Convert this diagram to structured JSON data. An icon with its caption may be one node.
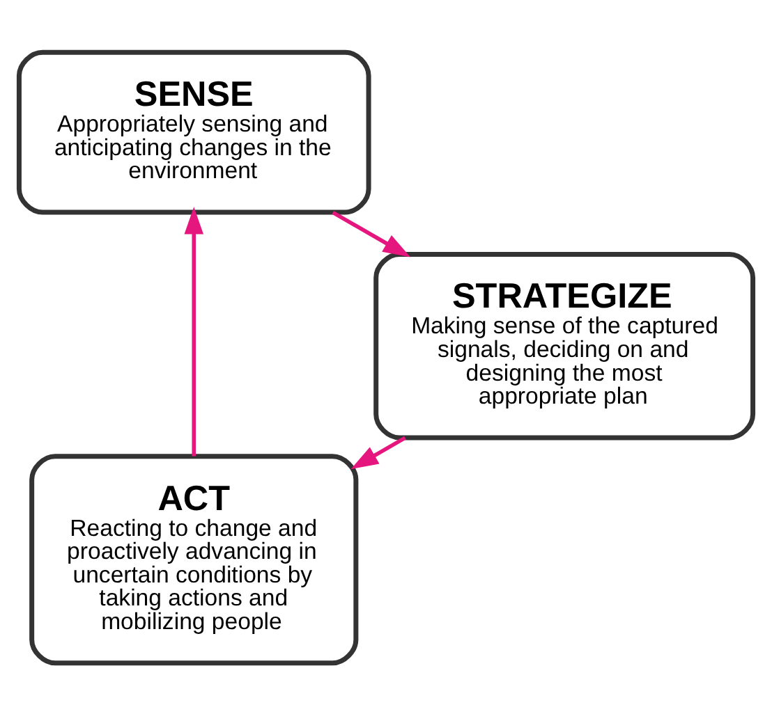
{
  "diagram": {
    "nodes": [
      {
        "text": [
          "ACT",
          "Reacting to change and proactively advancing in uncertain conditions by taking actions and mobilizing people"
        ]
      },
      {
        "text": [
          "SENSE",
          "Appropriately sensing and anticipating changes in the environment"
        ]
      },
      {
        "text": [
          "STRATEGIZE",
          "Making sense of the captured signals, deciding on and designing the most appropriate plan"
        ]
      }
    ],
    "edges": [
      {
        "from": 0,
        "to": 1,
        "arrow": "to",
        "color": "#e5177e"
      },
      {
        "from": 1,
        "to": 2,
        "arrow": "to",
        "color": "#e5177e"
      },
      {
        "from": 2,
        "to": 0,
        "arrow": "to",
        "color": "#e5177e"
      }
    ]
  }
}
